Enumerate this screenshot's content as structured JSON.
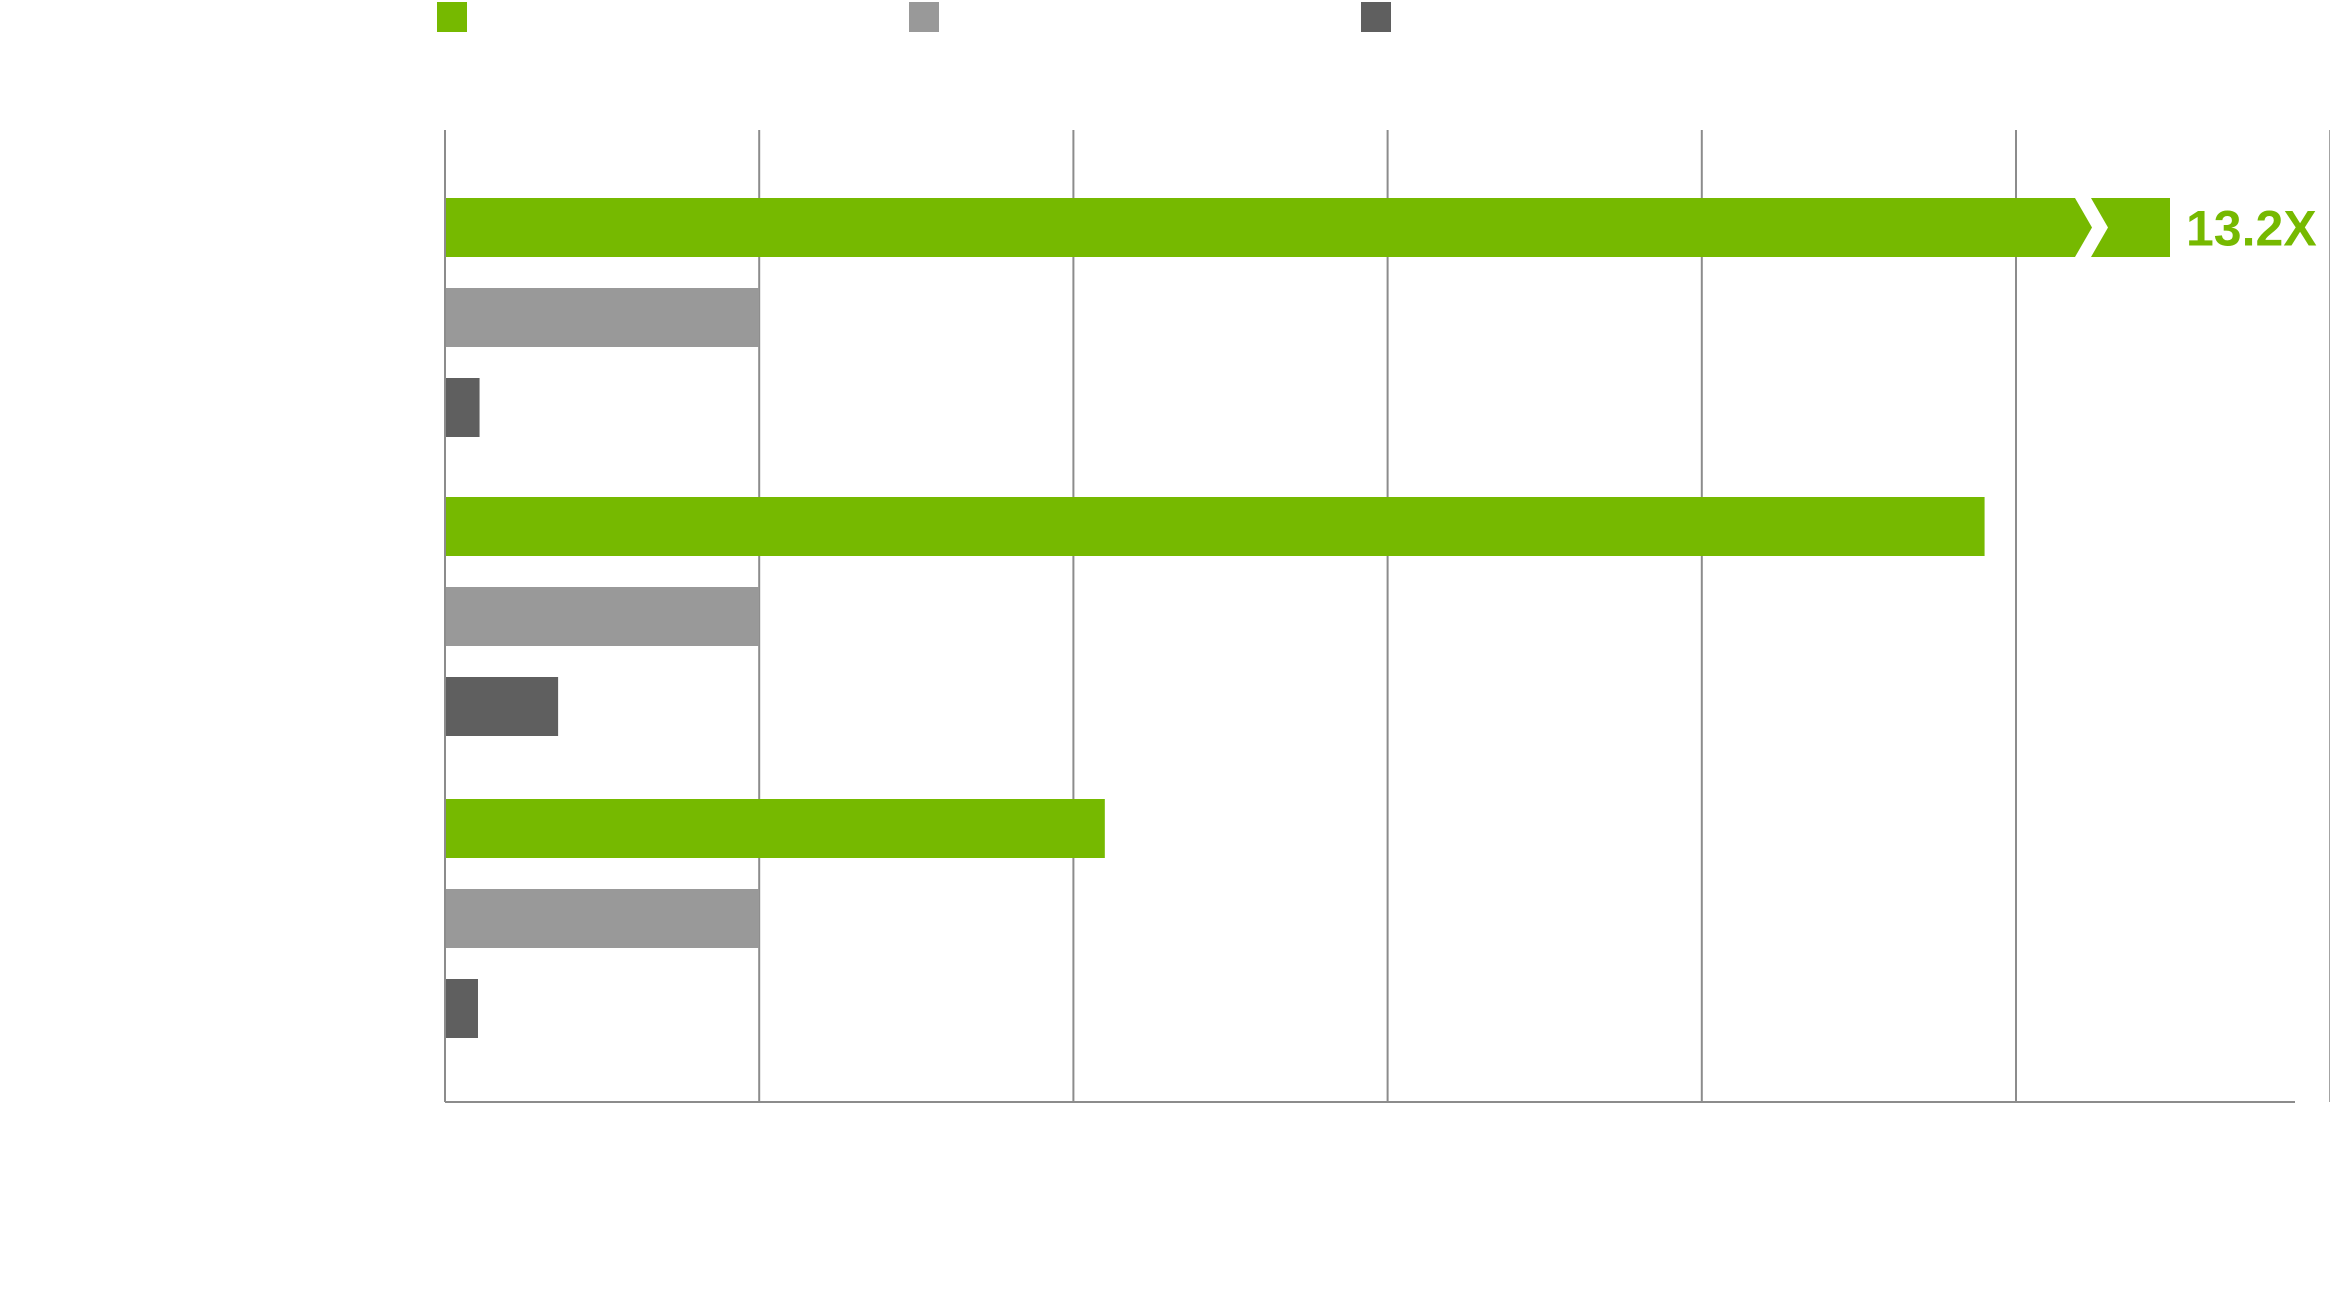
{
  "chart_data": {
    "type": "bar",
    "orientation": "horizontal",
    "title": "",
    "xlabel": "",
    "ylabel": "",
    "xlim": [
      0,
      12
    ],
    "grid": true,
    "legend": "top",
    "categories": [
      "",
      "",
      ""
    ],
    "series": [
      {
        "color": "#76b900",
        "values": [
          13.2,
          9.8,
          4.2
        ]
      },
      {
        "color": "#999999",
        "values": [
          2.0,
          2.0,
          2.0
        ]
      },
      {
        "color": "#5f5f5f",
        "values": [
          0.22,
          0.72,
          0.21
        ]
      }
    ],
    "annotations": [
      {
        "series": 0,
        "category": 0,
        "text": "13.2X",
        "color": "#76b900",
        "broken_axis": true
      }
    ],
    "colors": {
      "grid": "#8c8c8c",
      "axis": "#8c8c8c"
    }
  }
}
